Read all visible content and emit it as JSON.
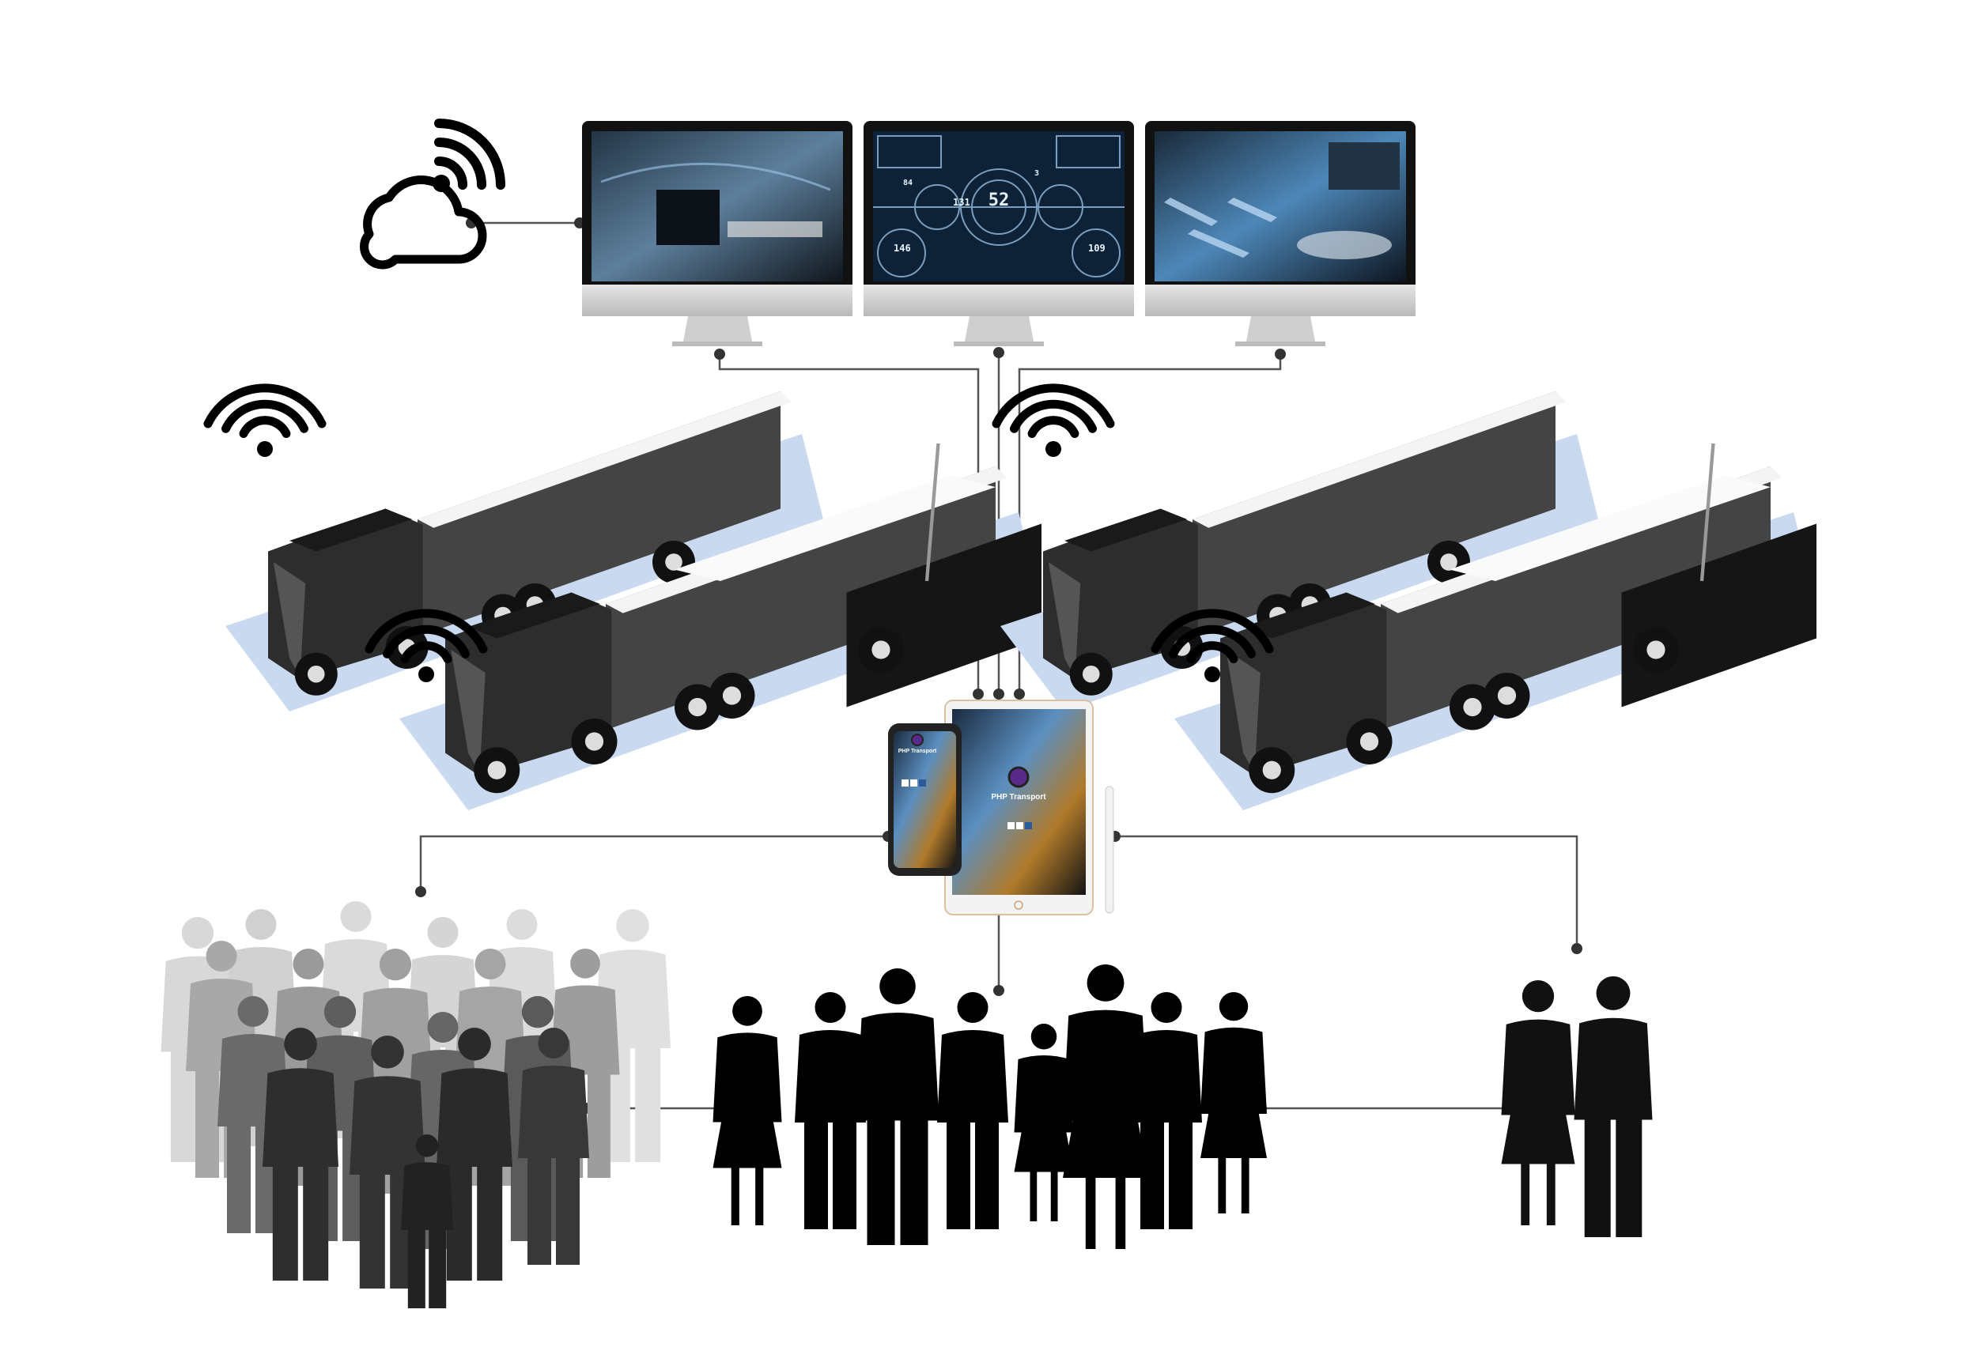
{
  "diagram": {
    "cloud": {
      "icon": "cloud-wifi-icon"
    },
    "monitors": [
      {
        "id": "control-room",
        "scene": "operator-control-room"
      },
      {
        "id": "hud-dashboard",
        "readouts": [
          "52",
          "131",
          "146",
          "109",
          "84",
          "3"
        ]
      },
      {
        "id": "fleet-hologram",
        "scene": "ship-fleet-hologram"
      }
    ],
    "trucks": [
      {
        "group": "left",
        "wifi_icon": "wifi-icon"
      },
      {
        "group": "right",
        "wifi_icon": "wifi-icon"
      }
    ],
    "devices": {
      "app_name": "PHP Transport",
      "phone": "smartphone",
      "tablet": "tablet",
      "pencil": "stylus"
    },
    "audiences": [
      "public-crowd",
      "business-team",
      "family"
    ],
    "colors": {
      "line": "#555555",
      "node": "#333333",
      "shadow": "#c9d9f0",
      "screen": "#0d2236"
    }
  }
}
